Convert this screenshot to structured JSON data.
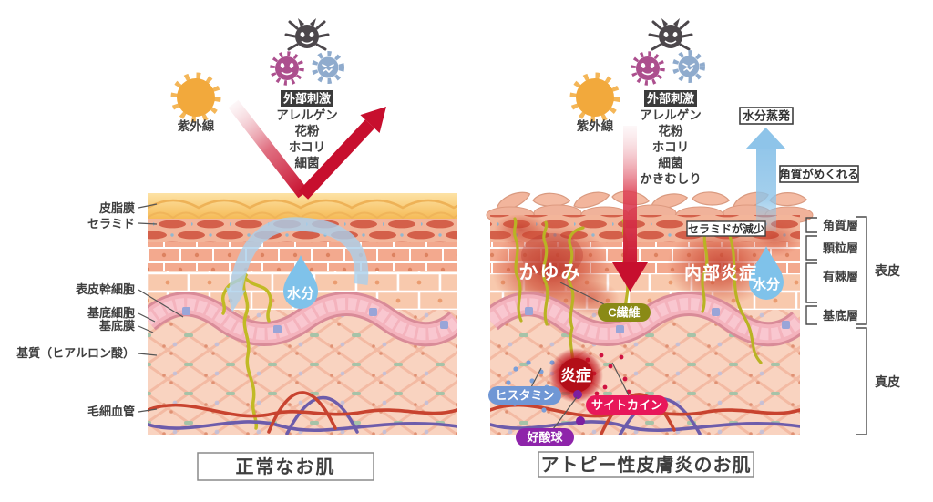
{
  "left": {
    "uv": "紫外線",
    "stimuli_title": "外部刺激",
    "stimuli": [
      "アレルゲン",
      "花粉",
      "ホコリ",
      "細菌"
    ],
    "moisture": "水分",
    "labels": {
      "sebum": "皮脂膜",
      "ceramide": "セラミド",
      "stem_cell": "表皮幹細胞",
      "basal_cell": "基底細胞",
      "basement_membrane": "基底膜",
      "matrix": "基質（ヒアルロン酸）",
      "capillary": "毛細血管"
    },
    "caption": "正常なお肌"
  },
  "right": {
    "uv": "紫外線",
    "stimuli_title": "外部刺激",
    "stimuli": [
      "アレルゲン",
      "花粉",
      "ホコリ",
      "細菌",
      "かきむしり"
    ],
    "evaporation": "水分蒸発",
    "peeling": "角質がめくれる",
    "ceramide_decrease": "セラミドが減少",
    "itch": "かゆみ",
    "internal_inflammation": "内部炎症",
    "moisture": "水分",
    "c_fiber": "C繊維",
    "inflammation": "炎症",
    "histamine": "ヒスタミン",
    "cytokine": "サイトカイン",
    "eosinophil": "好酸球",
    "layers": [
      "角質層",
      "顆粒層",
      "有棘層",
      "基底層"
    ],
    "epidermis": "表皮",
    "dermis": "真皮",
    "caption": "アトピー性皮膚炎のお肌"
  },
  "colors": {
    "red_arrow": "#c70f2e",
    "blue_arrow": "#8ec4e9",
    "water_drop": "#7fc2ea",
    "sun": "#f2a93c",
    "histamine_badge": "#7097d5",
    "cytokine_badge": "#e8175a",
    "eosinophil_badge": "#8e24aa",
    "c_fiber_badge": "#8a8a15",
    "inflammation_core": "#b30f18",
    "nerve": "#b9b324",
    "capillary_red": "#c8432f",
    "capillary_purple": "#6d5cab"
  }
}
